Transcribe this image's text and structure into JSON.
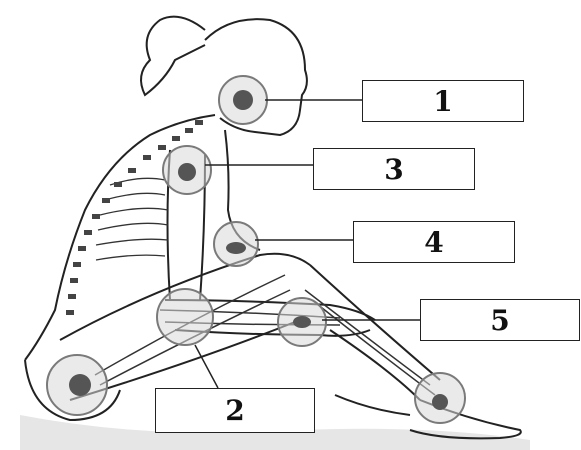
{
  "labels": [
    {
      "id": "1",
      "text": "1"
    },
    {
      "id": "2",
      "text": "2"
    },
    {
      "id": "3",
      "text": "3"
    },
    {
      "id": "4",
      "text": "4"
    },
    {
      "id": "5",
      "text": "5"
    }
  ],
  "colors": {
    "ink": "#222222",
    "circle": "#7a7a7a",
    "shade": "#d9d9d9",
    "joint_fill": "#555555"
  }
}
